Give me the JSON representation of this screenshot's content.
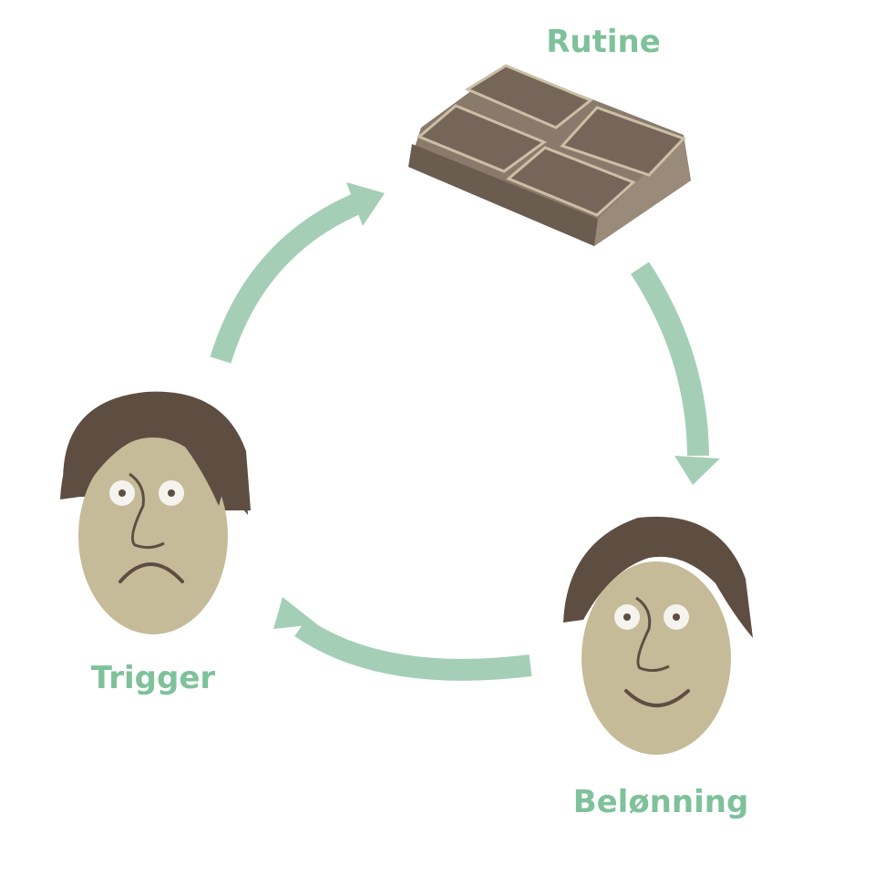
{
  "labels": {
    "routine": "Rutine",
    "trigger": "Trigger",
    "reward": "Belønning"
  },
  "colors": {
    "arrow": "#a4cfb6",
    "label": "#7fc19a",
    "hair": "#5e4e42",
    "skin": "#c5bb99",
    "chocolate": "#76665a"
  }
}
